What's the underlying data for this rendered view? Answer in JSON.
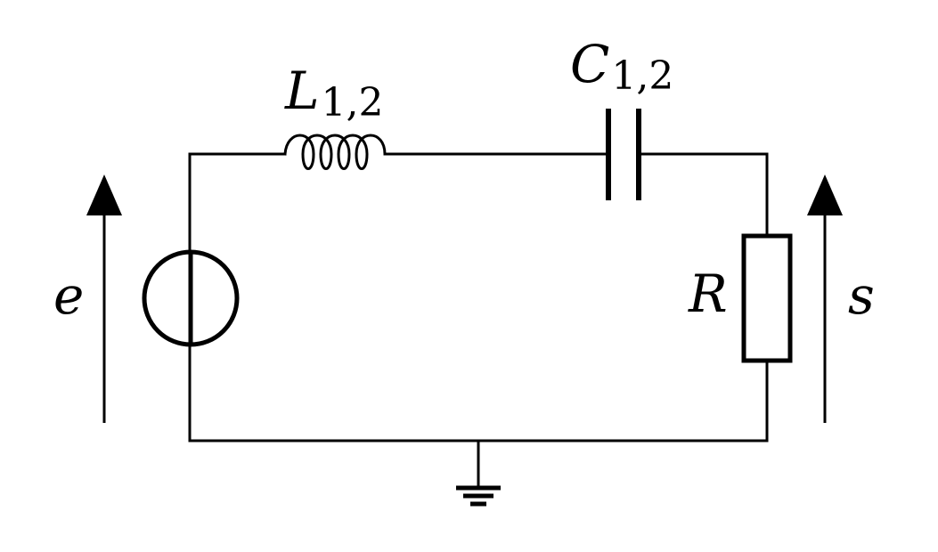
{
  "components": {
    "source": {
      "label": "e"
    },
    "inductor": {
      "symbol": "L",
      "subscript": "1,2"
    },
    "capacitor": {
      "symbol": "C",
      "subscript": "1,2"
    },
    "resistor": {
      "label": "R"
    },
    "output": {
      "label": "s"
    }
  }
}
